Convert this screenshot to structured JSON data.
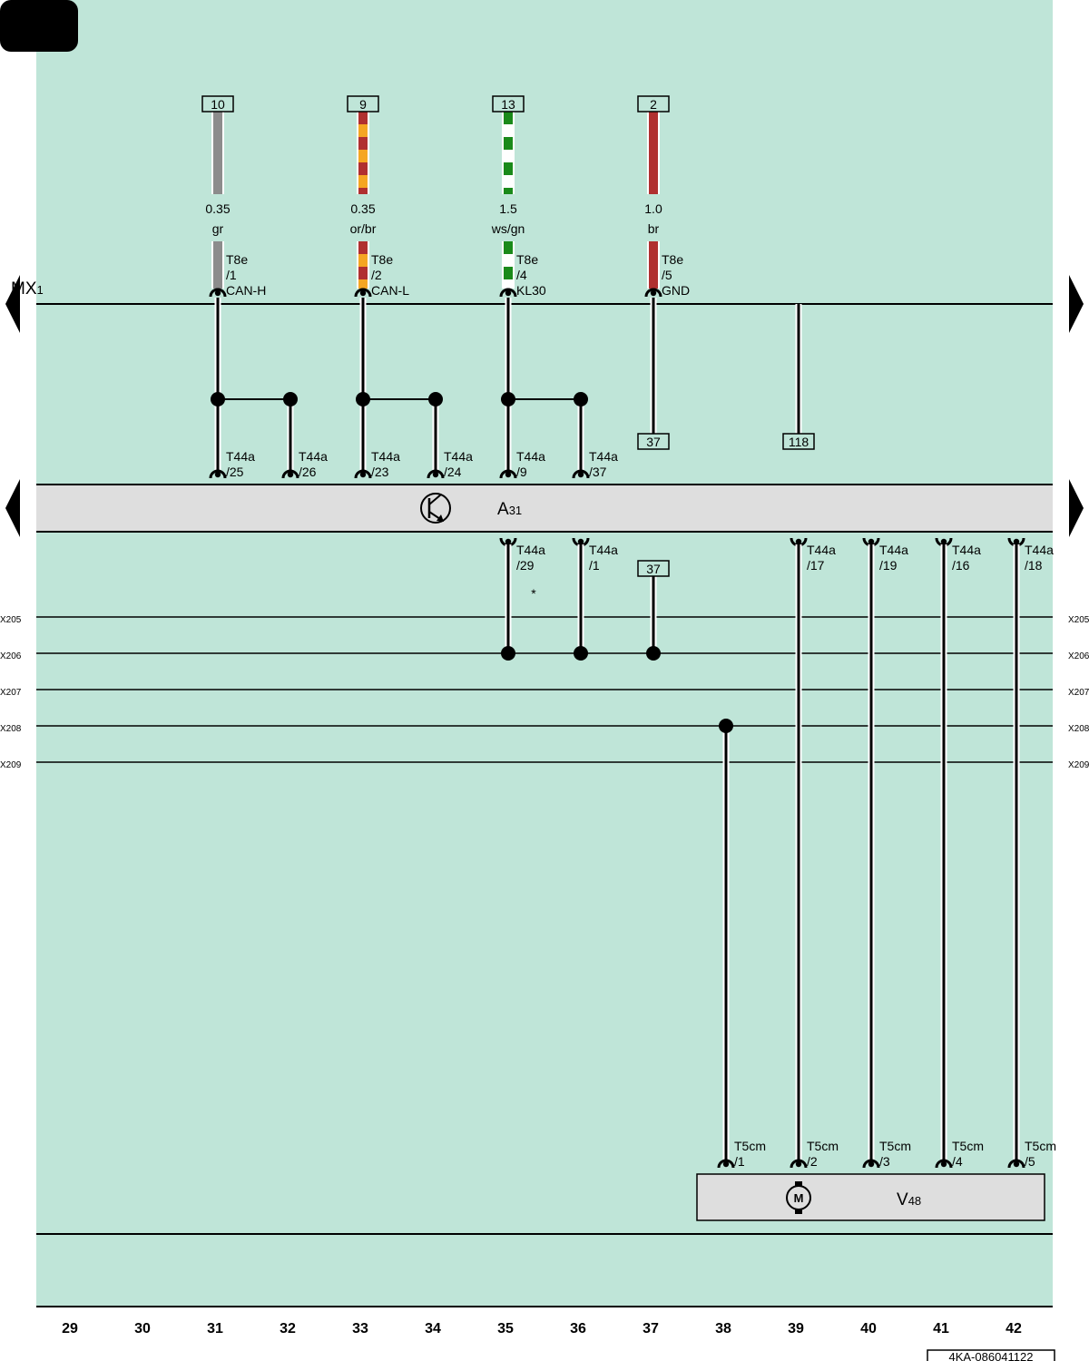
{
  "doc_code": "4KA-086041122",
  "columns": [
    "29",
    "30",
    "31",
    "32",
    "33",
    "34",
    "35",
    "36",
    "37",
    "38",
    "39",
    "40",
    "41",
    "42"
  ],
  "mx_label": "MX",
  "mx_sub": "1",
  "bus_lines": [
    {
      "name": "X205",
      "label": "X205"
    },
    {
      "name": "X206",
      "label": "X206"
    },
    {
      "name": "X207",
      "label": "X207"
    },
    {
      "name": "X208",
      "label": "X208"
    },
    {
      "name": "X209",
      "label": "X209"
    }
  ],
  "top_wires": [
    {
      "col": "31",
      "ref": "10",
      "size": "0.35",
      "color_name": "gr",
      "connector": "T8e",
      "pin": "/1",
      "signal": "CAN-H",
      "base_color": "#8c8c8c",
      "stripe_color": null
    },
    {
      "col": "33",
      "ref": "9",
      "size": "0.35",
      "color_name": "or/br",
      "connector": "T8e",
      "pin": "/2",
      "signal": "CAN-L",
      "base_color": "#f5a623",
      "stripe_color": "#b03030"
    },
    {
      "col": "35",
      "ref": "13",
      "size": "1.5",
      "color_name": "ws/gn",
      "connector": "T8e",
      "pin": "/4",
      "signal": "KL30",
      "base_color": "#ffffff",
      "stripe_color": "#1a8a1a"
    },
    {
      "col": "37",
      "ref": "2",
      "size": "1.0",
      "color_name": "br",
      "connector": "T8e",
      "pin": "/5",
      "signal": "GND",
      "base_color": "#b03030",
      "stripe_color": null
    }
  ],
  "refs_mid": [
    {
      "col": "37",
      "ref": "37"
    },
    {
      "col": "39",
      "ref": "118"
    }
  ],
  "a31_top_pins": [
    {
      "col": "31",
      "connector": "T44a",
      "pin": "/25"
    },
    {
      "col": "32",
      "connector": "T44a",
      "pin": "/26"
    },
    {
      "col": "33",
      "connector": "T44a",
      "pin": "/23"
    },
    {
      "col": "34",
      "connector": "T44a",
      "pin": "/24"
    },
    {
      "col": "35",
      "connector": "T44a",
      "pin": "/9"
    },
    {
      "col": "36",
      "connector": "T44a",
      "pin": "/37"
    }
  ],
  "a31_bottom_pins": [
    {
      "col": "35",
      "connector": "T44a",
      "pin": "/29"
    },
    {
      "col": "36",
      "connector": "T44a",
      "pin": "/1"
    },
    {
      "col": "39",
      "connector": "T44a",
      "pin": "/17"
    },
    {
      "col": "40",
      "connector": "T44a",
      "pin": "/19"
    },
    {
      "col": "41",
      "connector": "T44a",
      "pin": "/16"
    },
    {
      "col": "42",
      "connector": "T44a",
      "pin": "/18"
    }
  ],
  "ref_lower": {
    "col": "37",
    "ref": "37"
  },
  "a31": {
    "label": "A",
    "sub": "31"
  },
  "asterisk": "*",
  "v48": {
    "label": "V",
    "sub": "48",
    "motor_letter": "M"
  },
  "v48_pins": [
    {
      "col": "38",
      "connector": "T5cm",
      "pin": "/1"
    },
    {
      "col": "39",
      "connector": "T5cm",
      "pin": "/2"
    },
    {
      "col": "40",
      "connector": "T5cm",
      "pin": "/3"
    },
    {
      "col": "41",
      "connector": "T5cm",
      "pin": "/4"
    },
    {
      "col": "42",
      "connector": "T5cm",
      "pin": "/5"
    }
  ],
  "colors": {
    "background": "#bfe5d8",
    "component": "#dedede",
    "line": "#000000"
  }
}
